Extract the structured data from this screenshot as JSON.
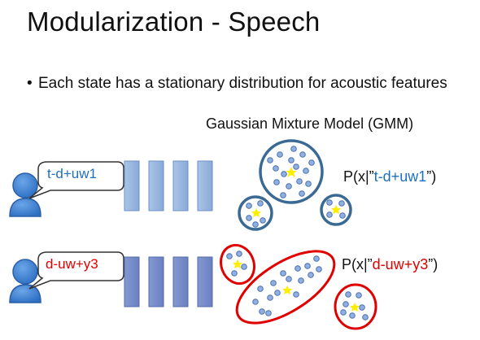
{
  "slide": {
    "title": "Modularization - Speech",
    "bullet": "Each state has a stationary distribution for acoustic features",
    "gmm_heading": "Gaussian Mixture Model (GMM)"
  },
  "rows": [
    {
      "speaker_label": "t-d+uw1",
      "label_color": "#1f6fbf",
      "prob_prefix": "P(x|”",
      "prob_state": "t-d+uw1",
      "prob_suffix": "”)",
      "cluster_color": "#3a6a93",
      "frame_color": "#8fb2dd"
    },
    {
      "speaker_label": "d-uw+y3",
      "label_color": "#e00000",
      "prob_prefix": "P(x|”",
      "prob_state": "d-uw+y3",
      "prob_suffix": "”)",
      "cluster_color": "#e00000",
      "frame_color": "#6f86c7"
    }
  ],
  "icons": {
    "speaker": "person-icon",
    "mean": "star-icon"
  },
  "colors": {
    "point_fill": "#8fb0e0",
    "point_stroke": "#4a6fb0",
    "star": "#ffee00"
  }
}
